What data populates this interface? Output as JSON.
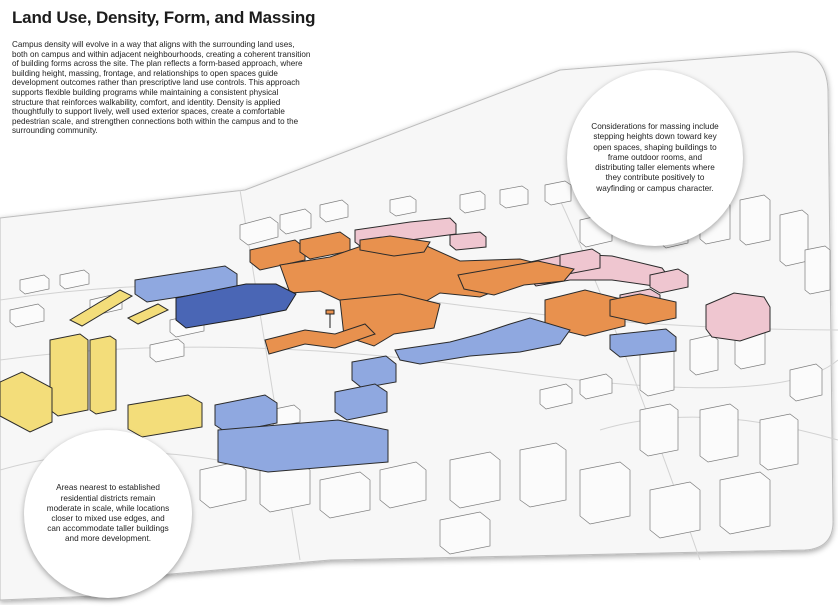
{
  "header": {
    "title": "Land Use, Density, Form, and Massing"
  },
  "intro_text": "Campus density will evolve in a way that aligns with the surrounding land uses, both on campus and within adjacent neighbourhoods, creating a coherent transition of building forms across the site. The plan reflects a form-based approach, where building height, massing, frontage, and relationships to open spaces guide development outcomes rather than prescriptive land use controls. This approach supports flexible building programs while maintaining a consistent physical structure that reinforces walkability, comfort, and identity. Density is applied thoughtfully to support lively, well used exterior spaces, create a comfortable pedestrian scale, and strengthen connections both within the campus and to the surrounding community.",
  "callouts": {
    "top_right": "Considerations for massing include stepping heights down toward key open spaces, shaping buildings to frame outdoor rooms, and distributing taller elements where they contribute positively to wayfinding or campus character.",
    "bottom_left": "Areas nearest to established residential districts remain moderate in scale, while locations closer to mixed use edges, and can accommodate taller buildings and more development."
  },
  "colors": {
    "orange": "#E8914E",
    "blue": "#8FA8E0",
    "dark_blue": "#4A66B5",
    "yellow": "#F3DD7A",
    "pink": "#EFC6D0"
  }
}
